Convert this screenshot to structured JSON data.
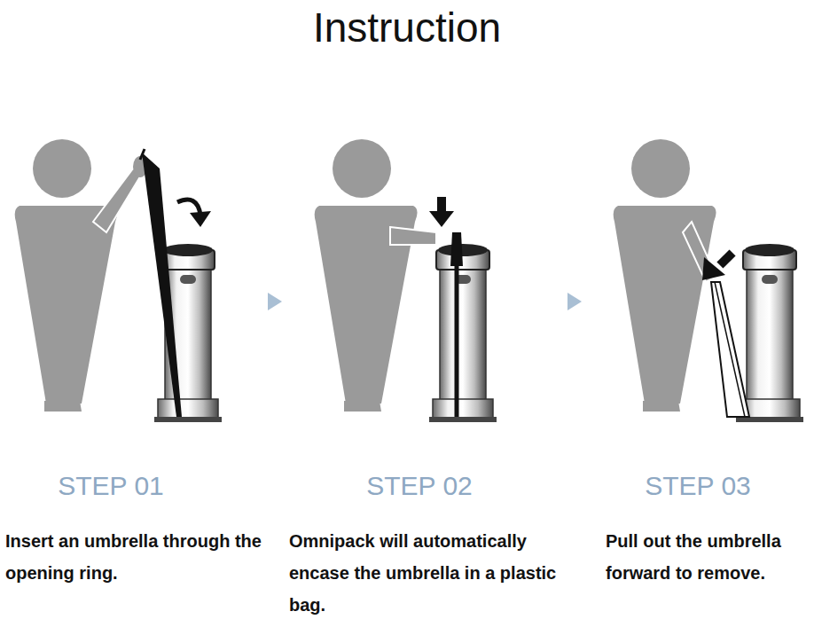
{
  "diagram": {
    "title": "Instruction",
    "labels": [
      "STEP 01",
      "Insert an umbrella through the opening ring.",
      "STEP 02",
      "Omnipack will automatically encase the umbrella in a plastic bag.",
      "STEP 03",
      "Pull out the umbrella forward to remove."
    ]
  }
}
